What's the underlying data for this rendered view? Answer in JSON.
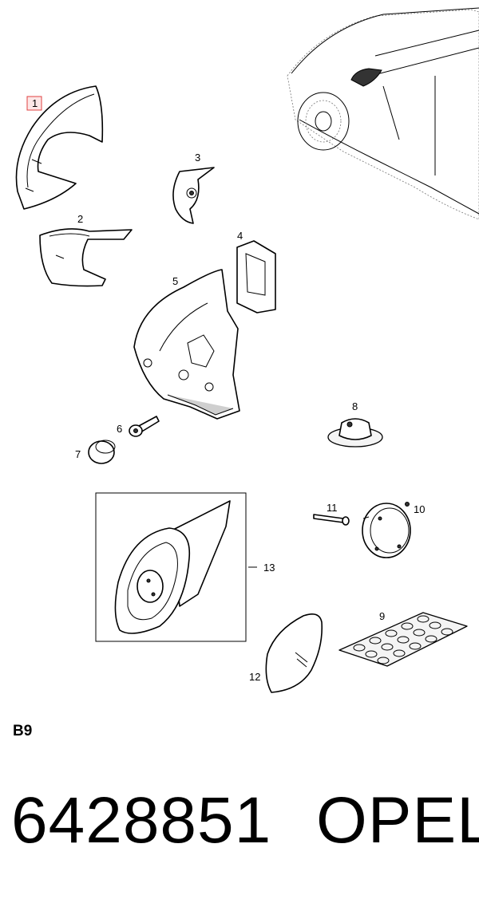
{
  "diagram": {
    "callouts": {
      "c1": "1",
      "c2": "2",
      "c3": "3",
      "c4": "4",
      "c5": "5",
      "c6": "6",
      "c7": "7",
      "c8": "8",
      "c9": "9",
      "c10": "10",
      "c11": "11",
      "c12": "12",
      "c13": "13"
    },
    "highlight_color": "#e04040"
  },
  "footer": {
    "section_code": "B9",
    "part_number": "6428851",
    "brand": "OPEL"
  }
}
